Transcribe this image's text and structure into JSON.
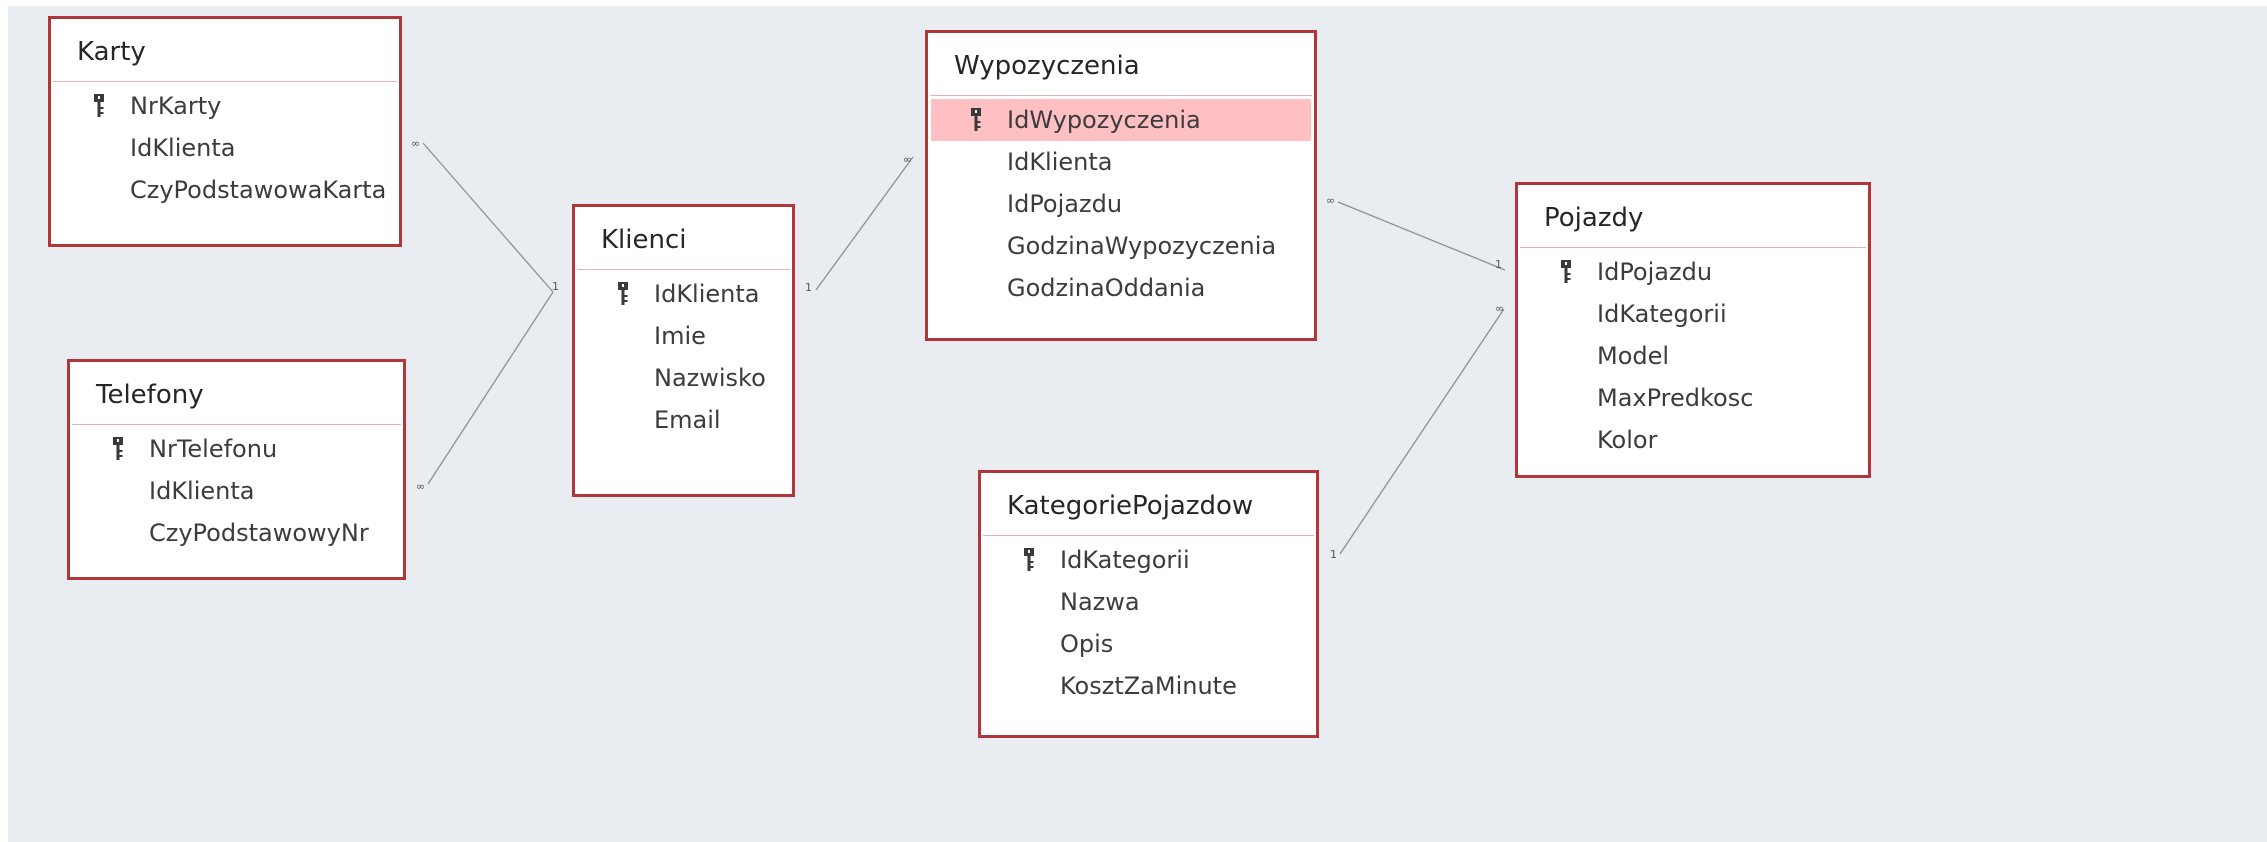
{
  "tables": {
    "karty": {
      "title": "Karty",
      "fields": [
        {
          "name": "NrKarty",
          "key": true
        },
        {
          "name": "IdKlienta",
          "key": false
        },
        {
          "name": "CzyPodstawowaKarta",
          "key": false
        }
      ]
    },
    "telefony": {
      "title": "Telefony",
      "fields": [
        {
          "name": "NrTelefonu",
          "key": true
        },
        {
          "name": "IdKlienta",
          "key": false
        },
        {
          "name": "CzyPodstawowyNr",
          "key": false
        }
      ]
    },
    "klienci": {
      "title": "Klienci",
      "fields": [
        {
          "name": "IdKlienta",
          "key": true
        },
        {
          "name": "Imie",
          "key": false
        },
        {
          "name": "Nazwisko",
          "key": false
        },
        {
          "name": "Email",
          "key": false
        }
      ]
    },
    "wypozyczenia": {
      "title": "Wypozyczenia",
      "fields": [
        {
          "name": "IdWypozyczenia",
          "key": true,
          "selected": true
        },
        {
          "name": "IdKlienta",
          "key": false
        },
        {
          "name": "IdPojazdu",
          "key": false
        },
        {
          "name": "GodzinaWypozyczenia",
          "key": false
        },
        {
          "name": "GodzinaOddania",
          "key": false
        }
      ]
    },
    "kategoriePojazdow": {
      "title": "KategoriePojazdow",
      "fields": [
        {
          "name": "IdKategorii",
          "key": true
        },
        {
          "name": "Nazwa",
          "key": false
        },
        {
          "name": "Opis",
          "key": false
        },
        {
          "name": "KosztZaMinute",
          "key": false
        }
      ]
    },
    "pojazdy": {
      "title": "Pojazdy",
      "fields": [
        {
          "name": "IdPojazdu",
          "key": true
        },
        {
          "name": "IdKategorii",
          "key": false
        },
        {
          "name": "Model",
          "key": false
        },
        {
          "name": "MaxPredkosc",
          "key": false
        },
        {
          "name": "Kolor",
          "key": false
        }
      ]
    }
  },
  "relationships": [
    {
      "from": "karty",
      "to": "klienci",
      "many_side": "karty",
      "one_side": "klienci"
    },
    {
      "from": "telefony",
      "to": "klienci",
      "many_side": "telefony",
      "one_side": "klienci"
    },
    {
      "from": "wypozyczenia",
      "to": "klienci",
      "many_side": "wypozyczenia",
      "one_side": "klienci"
    },
    {
      "from": "wypozyczenia",
      "to": "pojazdy",
      "many_side": "wypozyczenia",
      "one_side": "pojazdy"
    },
    {
      "from": "pojazdy",
      "to": "kategoriePojazdow",
      "many_side": "pojazdy",
      "one_side": "kategoriePojazdow"
    }
  ],
  "colors": {
    "canvas": "#e9ecf0",
    "table_border": "#b0363a",
    "selected_row": "#ffc0c4",
    "link_line": "#8f8f8f"
  },
  "icons": {
    "primary_key": "key-icon"
  }
}
